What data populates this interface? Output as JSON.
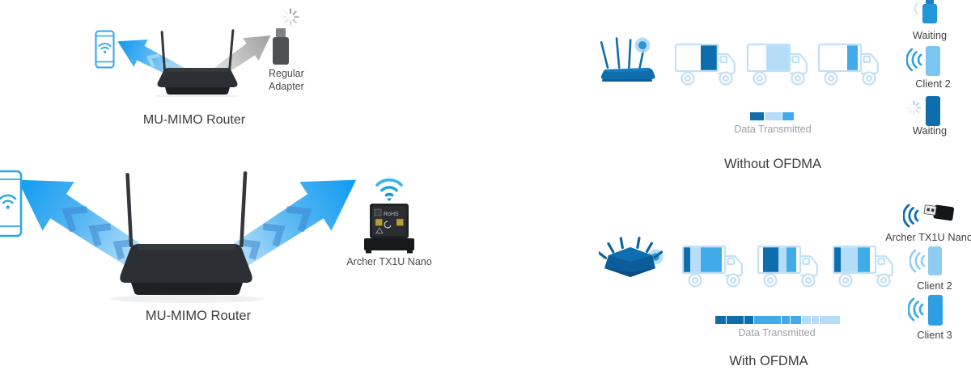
{
  "colors": {
    "dark_blue": "#0e6dad",
    "mid_blue": "#41abe9",
    "light_blue": "#b5ddf8",
    "truck_outline": "#c2e0f6",
    "phone_outline": "#2aa7e8",
    "router_body_gray": "#2c3034",
    "title_text": "#3c3c41",
    "caption_text": "#4a4a4f",
    "muted_text": "#9ba1a7"
  },
  "left_top": {
    "caption": "MU-MIMO Router",
    "adapter_line1": "Regular",
    "adapter_line2": "Adapter"
  },
  "left_bottom": {
    "caption": "MU-MIMO Router",
    "adapter_caption": "Archer TX1U Nano",
    "adapter_marking": "RoHS"
  },
  "right_top": {
    "title": "Without OFDMA",
    "bar_caption": "Data Transmitted",
    "bar_segments": [
      {
        "tone": "dark",
        "w": 17
      },
      {
        "tone": "light",
        "w": 21
      },
      {
        "tone": "mid",
        "w": 14
      }
    ],
    "devices": [
      {
        "label": "Waiting"
      },
      {
        "label": "Client 2"
      },
      {
        "label": "Waiting"
      }
    ]
  },
  "right_bottom": {
    "title": "With OFDMA",
    "bar_caption": "Data Transmitted",
    "bar_segments": [
      {
        "tone": "dark",
        "w": 13
      },
      {
        "tone": "dark",
        "w": 21
      },
      {
        "tone": "dark",
        "w": 11
      },
      {
        "tone": "mid",
        "w": 33
      },
      {
        "tone": "mid",
        "w": 10
      },
      {
        "tone": "mid",
        "w": 13
      },
      {
        "tone": "light",
        "w": 11
      },
      {
        "tone": "light",
        "w": 9
      },
      {
        "tone": "light",
        "w": 25
      }
    ],
    "devices": [
      {
        "label": "Archer TX1U Nano"
      },
      {
        "label": "Client 2"
      },
      {
        "label": "Client 3"
      }
    ]
  }
}
